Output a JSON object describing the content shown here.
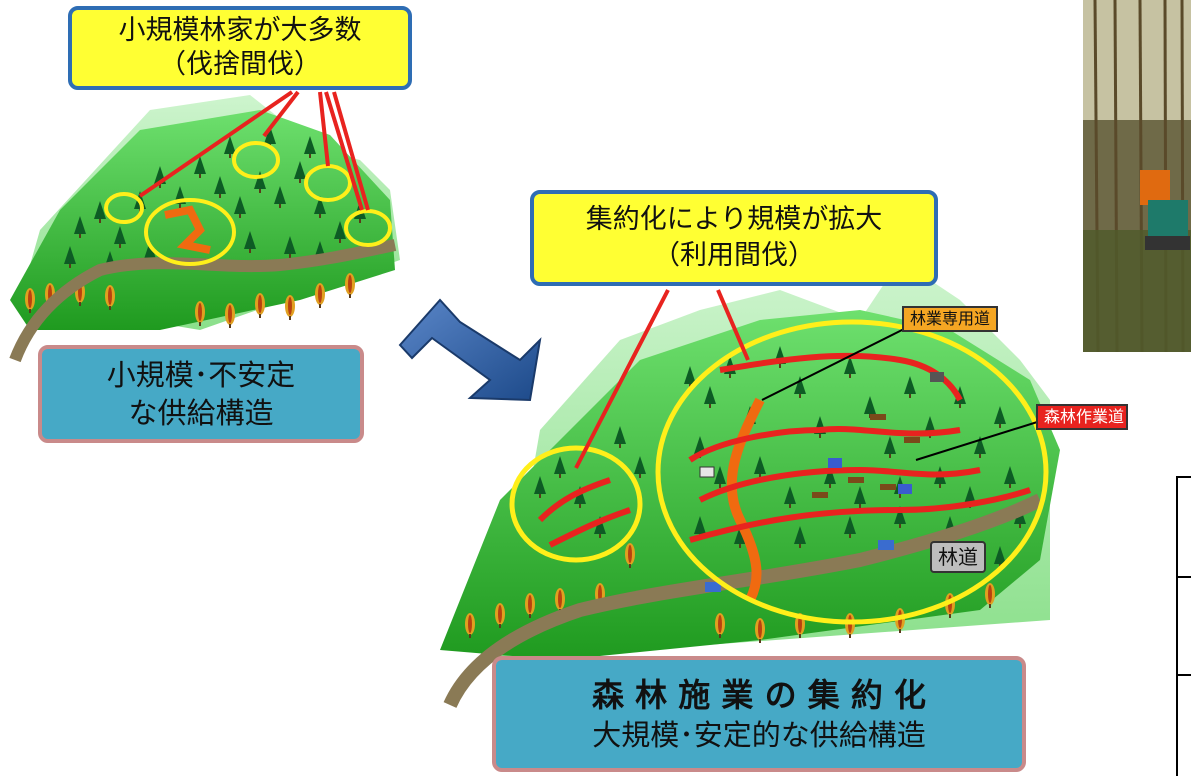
{
  "callout_small": {
    "line1": "小規模林家が大多数",
    "line2": "（伐捨間伐）"
  },
  "callout_large": {
    "line1": "集約化により規模が拡大",
    "line2": "（利用間伐）"
  },
  "label_small_structure": {
    "line1": "小規模･不安定",
    "line2": "な供給構造"
  },
  "label_large_structure": {
    "line1": "森 林 施 業 の 集 約 化",
    "line2": "大規模･安定的な供給構造"
  },
  "road_labels": {
    "dedicated_road": "林業専用道",
    "work_road": "森林作業道",
    "forest_road": "林道"
  },
  "colors": {
    "callout_fill": "#ffff33",
    "callout_border": "#2e6db4",
    "label_fill": "#46a9c6",
    "label_border": "#c98a8a",
    "work_road_tag": "#e8231f",
    "dedicated_road_tag": "#f5a623",
    "forest_road_tag": "#bdbdbd",
    "arrow_red": "#e8231f",
    "highlight_circle": "#ffef1a"
  },
  "icons": [
    "conifer-tree-icon",
    "autumn-tree-icon",
    "excavator-icon",
    "log-pile-icon",
    "truck-icon",
    "transition-arrow-icon"
  ]
}
